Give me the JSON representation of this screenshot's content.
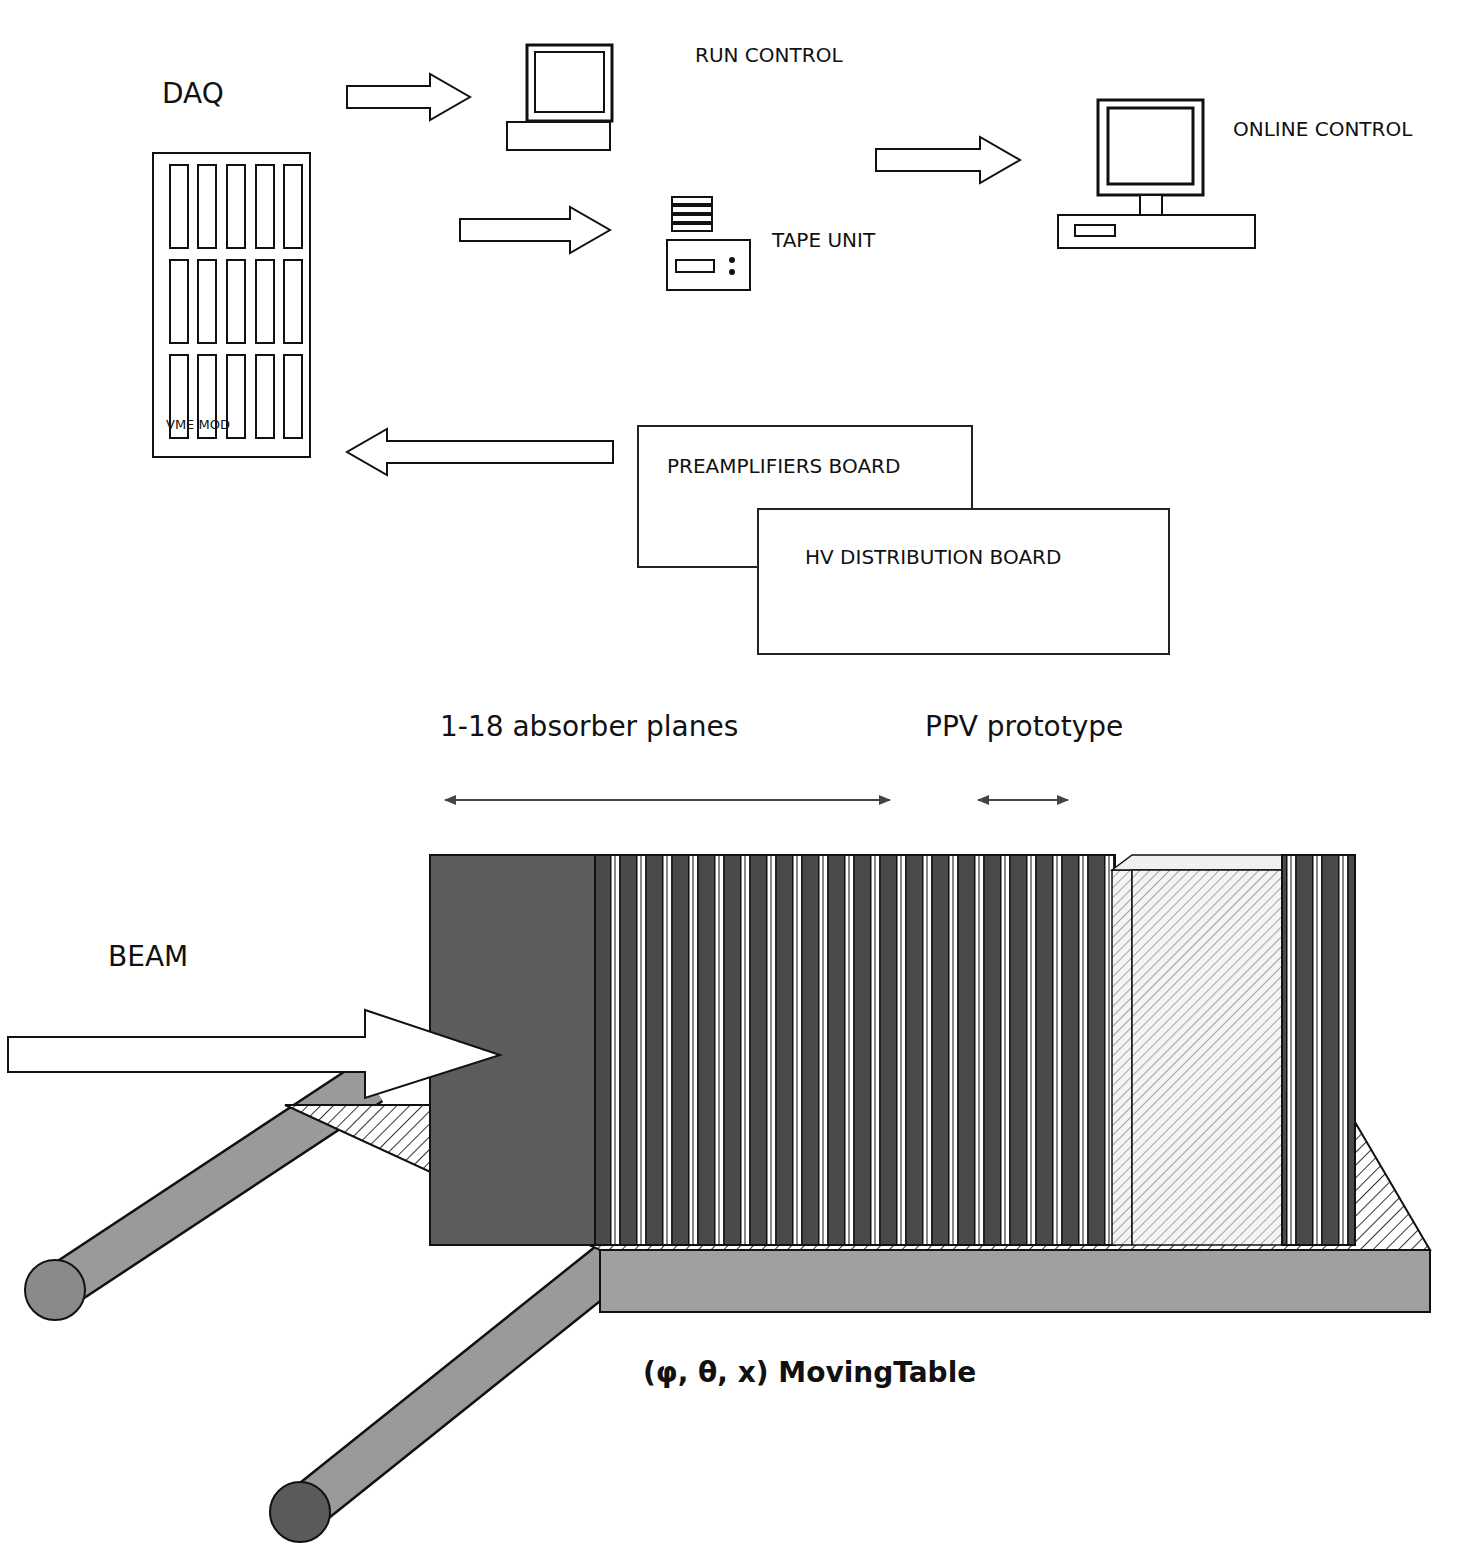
{
  "diagram": {
    "nodes": [
      {
        "text": [
          "DAQ",
          "VME MOD"
        ]
      },
      {
        "text": [
          "RUN CONTROL"
        ]
      },
      {
        "text": [
          "TAPE UNIT"
        ]
      },
      {
        "text": [
          "ONLINE CONTROL"
        ]
      },
      {
        "text": [
          "PREAMPLIFIERS BOARD"
        ]
      },
      {
        "text": [
          "HV DISTRIBUTION BOARD"
        ]
      }
    ],
    "edges": [
      {
        "from": 0,
        "to": 1,
        "arrow": "to"
      },
      {
        "from": 0,
        "to": 2,
        "arrow": "to"
      },
      {
        "from": 1,
        "to": 3,
        "arrow": "to"
      },
      {
        "from": 4,
        "to": 0,
        "arrow": "to"
      }
    ],
    "labels": [
      "1-18 absorber planes",
      "PPV prototype",
      "BEAM",
      "(φ, θ, x) MovingTable"
    ]
  }
}
